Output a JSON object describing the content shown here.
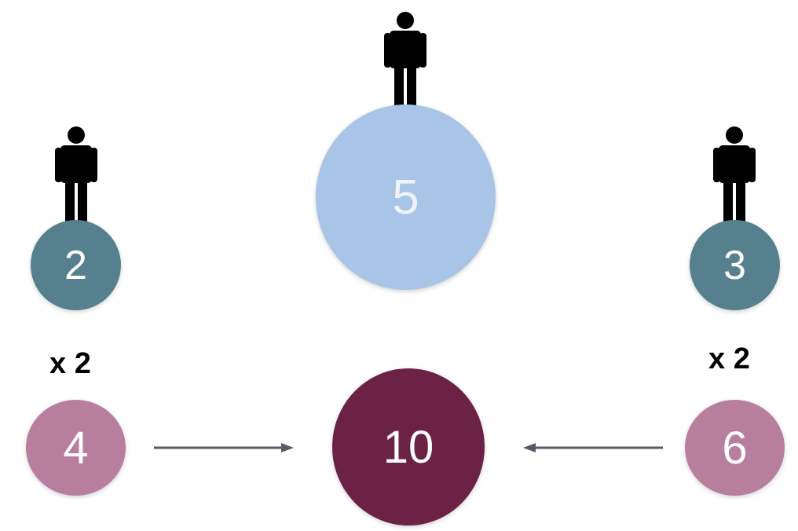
{
  "colors": {
    "teal": "#56808E",
    "light_blue": "#A8C4E6",
    "pink": "#B87E9E",
    "maroon": "#6B2244",
    "arrow": "#555B63",
    "person": "#000000"
  },
  "people": {
    "center": {
      "icon": "person-icon",
      "value": "5"
    },
    "left": {
      "icon": "person-icon",
      "value": "2"
    },
    "right": {
      "icon": "person-icon",
      "value": "3"
    }
  },
  "multipliers": {
    "left": "x 2",
    "right": "x 2"
  },
  "results": {
    "left": "4",
    "right": "6",
    "total": "10"
  }
}
